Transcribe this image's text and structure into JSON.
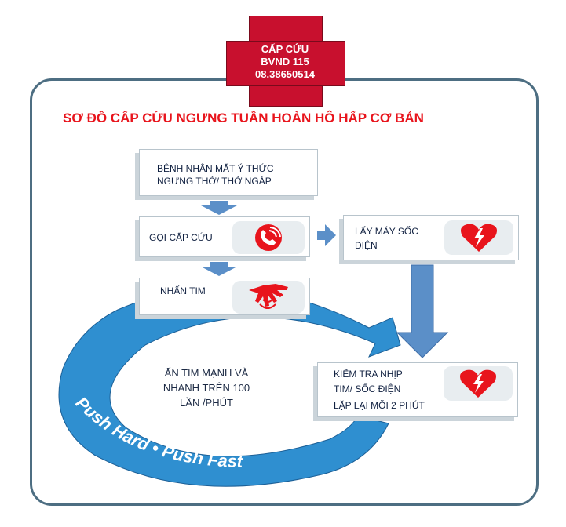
{
  "header": {
    "line1": "CẤP CỨU",
    "line2": "BVND 115",
    "line3": "08.38650514"
  },
  "title": "SƠ ĐỒ CẤP CỨU NGƯNG TUẦN HOÀN HÔ HẤP CƠ BẢN",
  "steps": {
    "unconscious": {
      "line1": "BỆNH NHÂN MẤT Ý THỨC",
      "line2": "NGƯNG THỞ/ THỞ NGÁP"
    },
    "call": {
      "label": "GỌI CẤP CỨU",
      "icon": "phone-icon"
    },
    "defibrillator": {
      "line1": "LẤY MÁY SỐC",
      "line2": "ĐIỆN",
      "icon": "heart-lightning-icon"
    },
    "compression": {
      "label": "NHẤN TIM",
      "icon": "cpr-hands-icon"
    },
    "check": {
      "line1": "KIỂM TRA NHỊP",
      "line2": "TIM/ SỐC ĐIỆN",
      "line3": "LẶP LẠI MỖI 2 PHÚT",
      "icon": "heart-lightning-icon"
    }
  },
  "ring": {
    "line1": "ẤN TIM MẠNH VÀ",
    "line2": "NHANH TRÊN 100",
    "line3": "LẦN /PHÚT",
    "slogan": "Push Hard • Push Fast"
  },
  "colors": {
    "accent_red": "#e8141c",
    "cross_red": "#c8102e",
    "ring_blue": "#2f8fd0",
    "arrow_blue": "#5b8fc8",
    "frame": "#4d6e82"
  }
}
